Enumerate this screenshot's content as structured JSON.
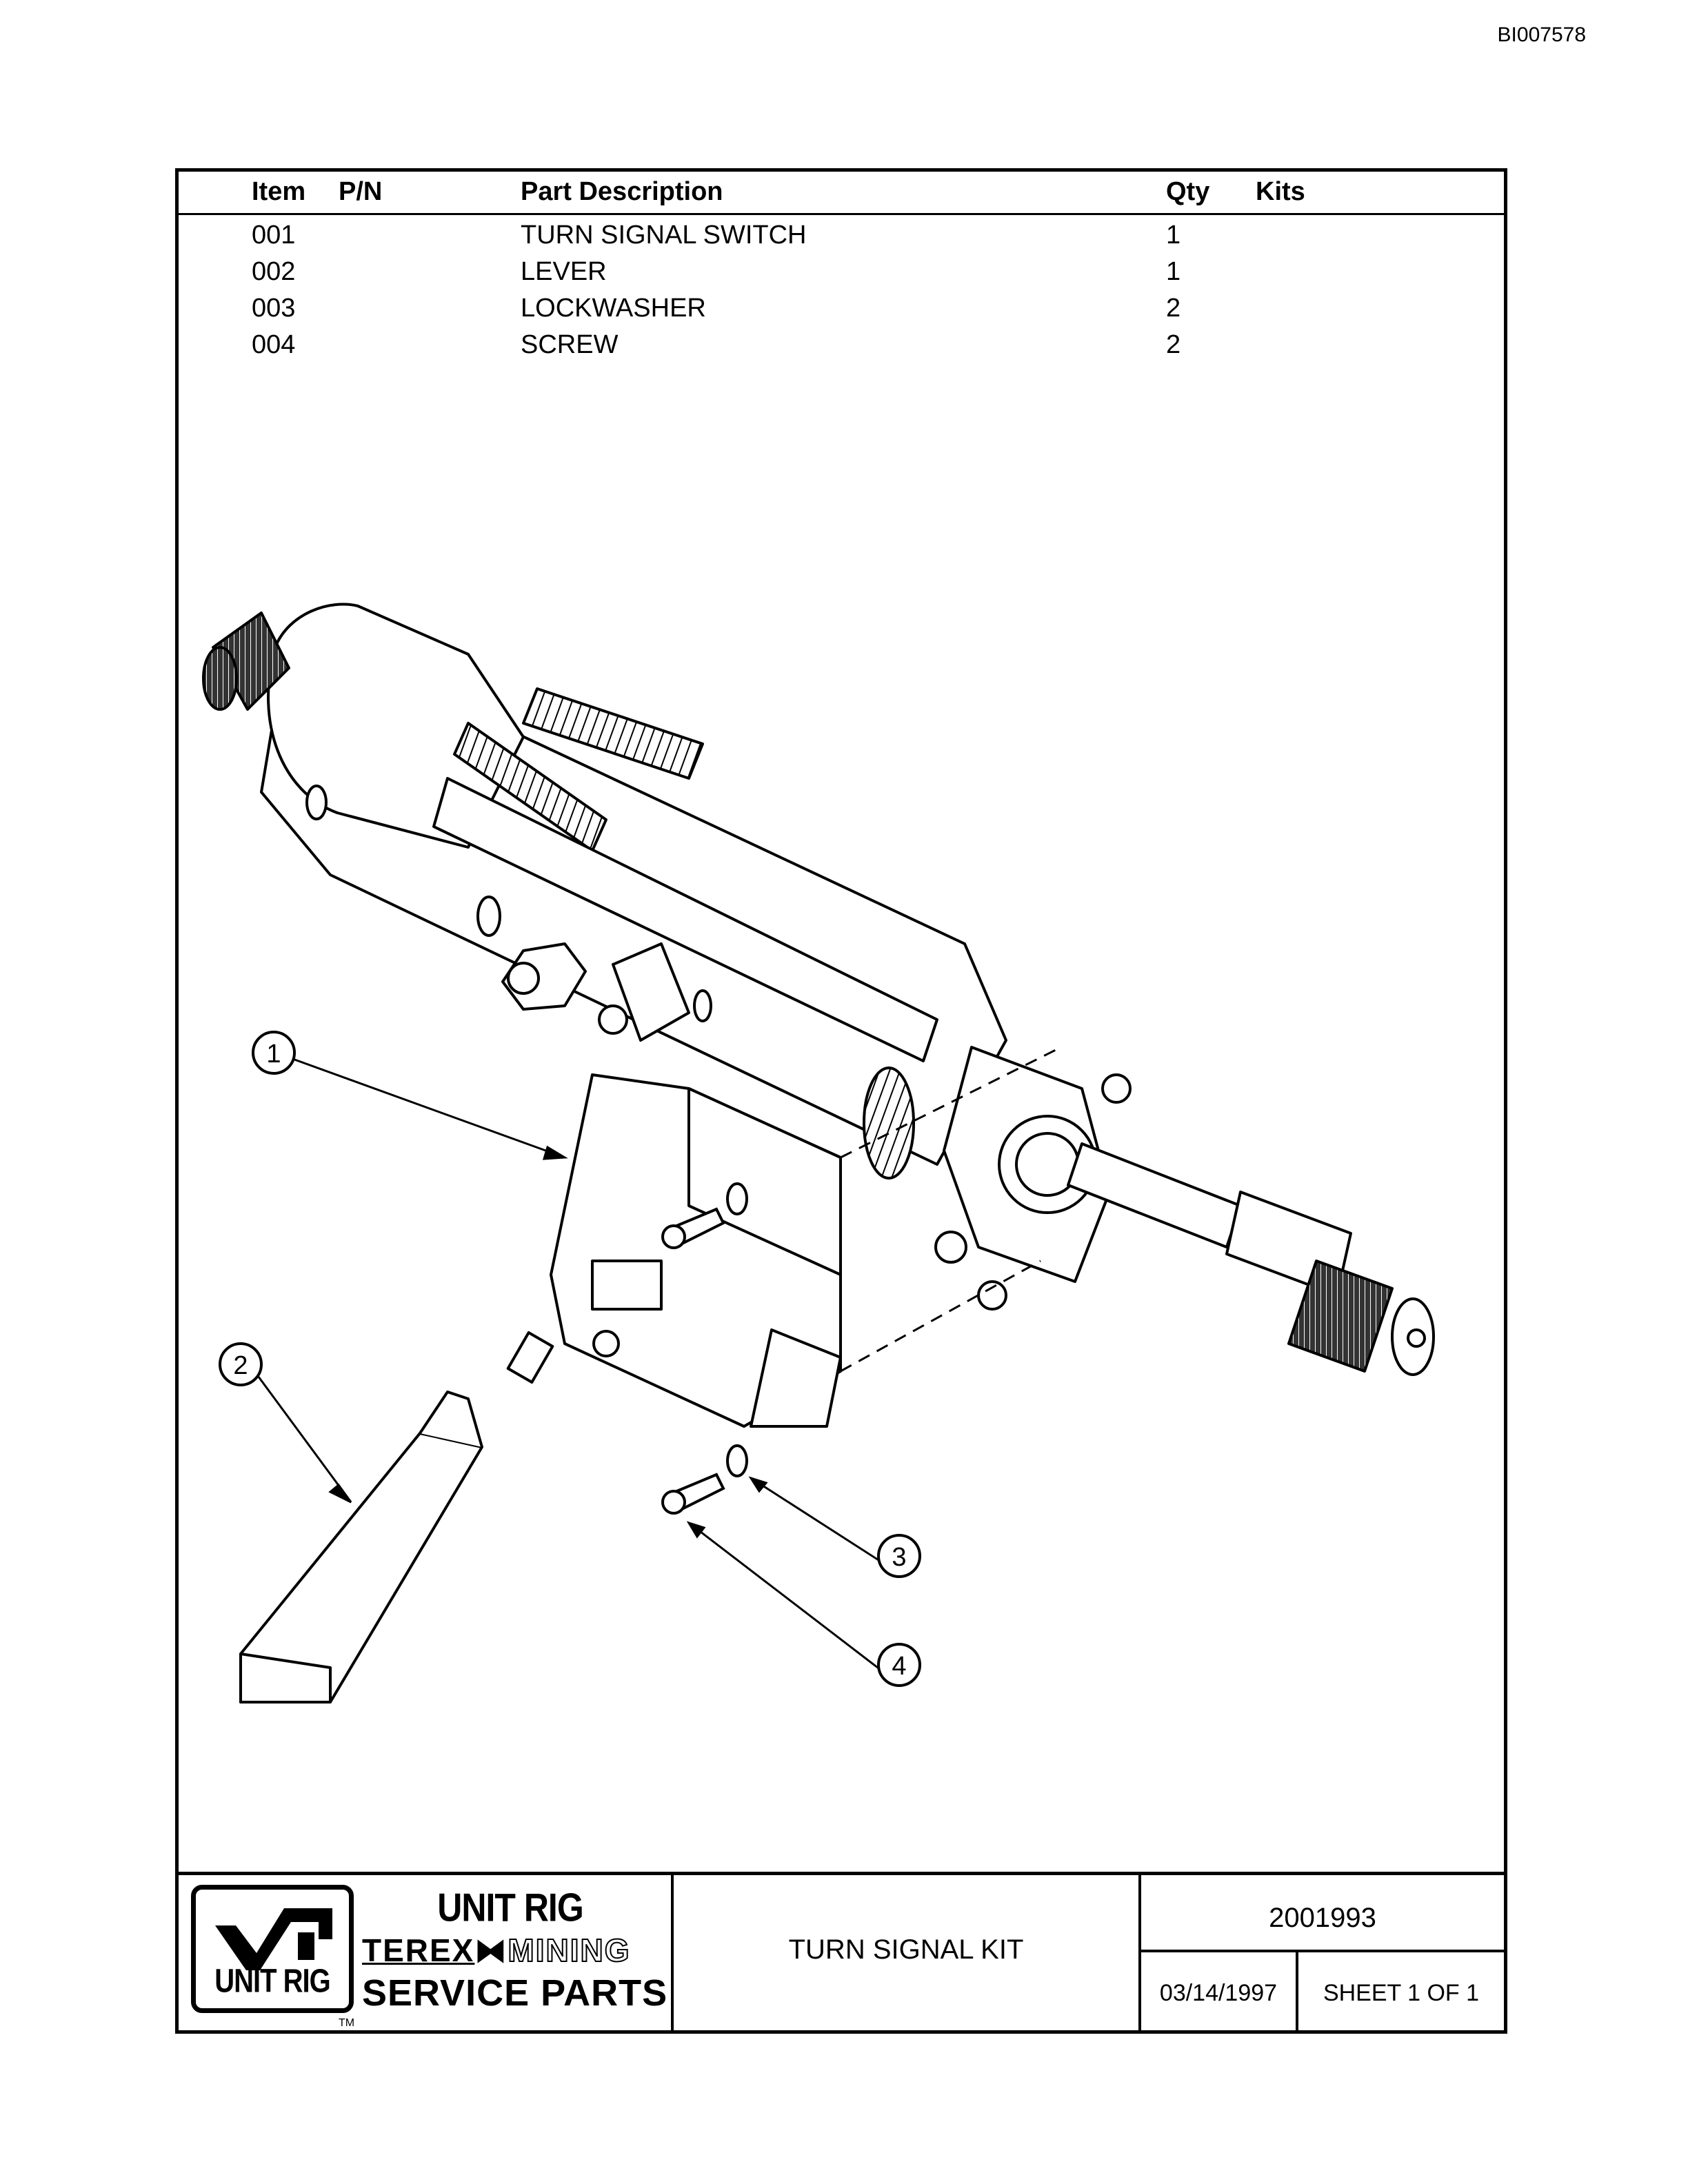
{
  "doc_id": "BI007578",
  "parts_table": {
    "headers": {
      "item": "Item",
      "pn": "P/N",
      "desc": "Part Description",
      "qty": "Qty",
      "kits": "Kits"
    },
    "rows": [
      {
        "item": "001",
        "pn": "",
        "desc": "TURN SIGNAL SWITCH",
        "qty": "1",
        "kits": ""
      },
      {
        "item": "002",
        "pn": "",
        "desc": "LEVER",
        "qty": "1",
        "kits": ""
      },
      {
        "item": "003",
        "pn": "",
        "desc": "LOCKWASHER",
        "qty": "2",
        "kits": ""
      },
      {
        "item": "004",
        "pn": "",
        "desc": "SCREW",
        "qty": "2",
        "kits": ""
      }
    ]
  },
  "callouts": [
    "1",
    "2",
    "3",
    "4"
  ],
  "title_block": {
    "logo_text": "UNIT RIG",
    "trademark": "TM",
    "brand_line1": "UNIT RIG",
    "brand_terex": "TEREX",
    "brand_mining": "MINING",
    "brand_line3": "SERVICE PARTS",
    "title": "TURN SIGNAL KIT",
    "drawing_number": "2001993",
    "date": "03/14/1997",
    "sheet": "SHEET 1 OF 1"
  }
}
